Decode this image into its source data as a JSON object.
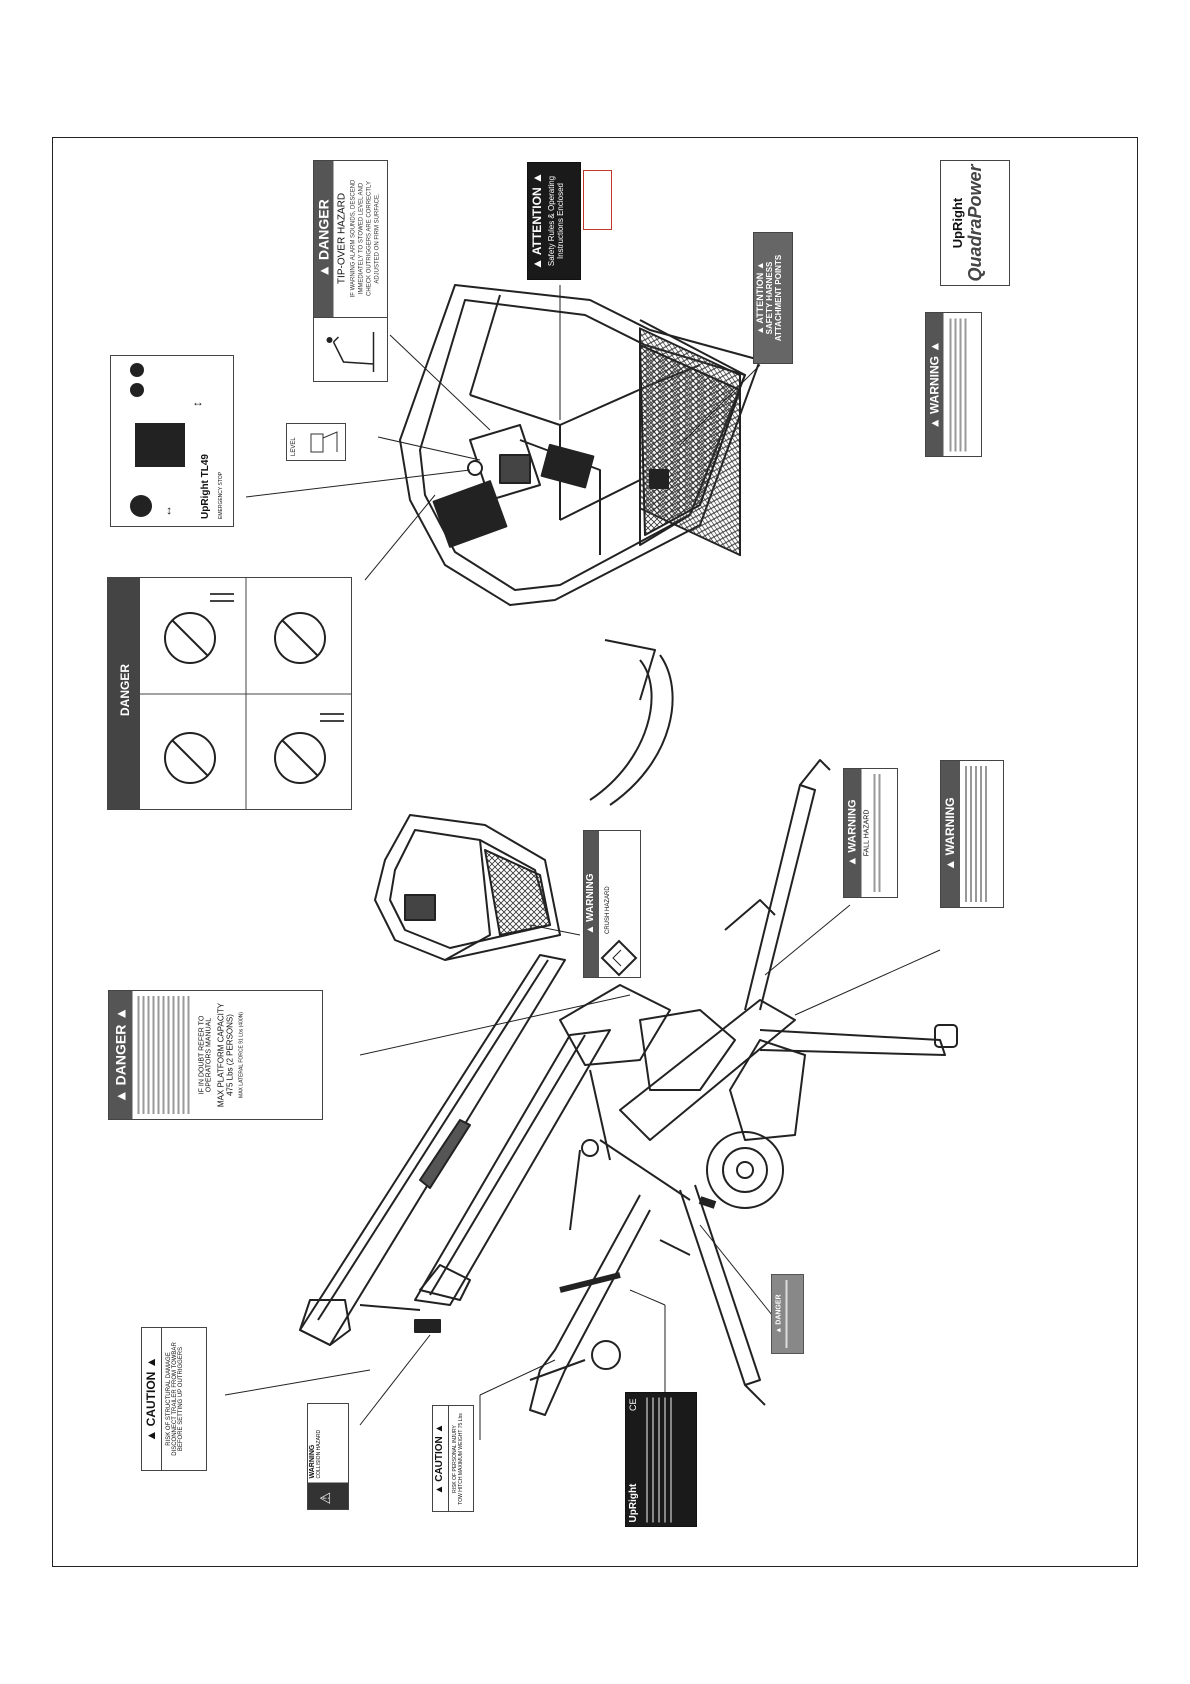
{
  "labels": {
    "danger_tipover": {
      "header": "DANGER",
      "title": "TIP-OVER HAZARD",
      "lines": [
        "IF WARNING ALARM SOUNDS, DESCEND",
        "IMMEDIATELY TO STOWED LEVEL AND",
        "CHECK OUTRIGGERS ARE CORRECTLY",
        "ADJUSTED ON FIRM SURFACE."
      ]
    },
    "attention_rules": {
      "header": "ATTENTION",
      "line1": "Safety Rules & Operating",
      "line2": "Instructions Enclosed"
    },
    "attention_harness": {
      "header": "ATTENTION",
      "line1": "SAFETY HARNESS",
      "line2": "ATTACHMENT POINTS"
    },
    "brand_logo": {
      "brand": "UpRight",
      "product": "QuadraPower"
    },
    "warning_right": {
      "header": "WARNING"
    },
    "control_panel": {
      "model": "UpRight TL49",
      "estop": "EMERGENCY STOP"
    },
    "small_level": {
      "text": "LEVEL"
    },
    "danger_pictogram": {
      "header": "DANGER"
    },
    "warning_crush": {
      "header": "WARNING",
      "subtitle": "CRUSH HAZARD"
    },
    "warning_fall": {
      "header": "WARNING",
      "subtitle": "FALL HAZARD"
    },
    "warning_large": {
      "header": "WARNING"
    },
    "danger_capacity": {
      "header": "DANGER",
      "line_refer": "IF IN DOUBT REFER TO",
      "line_manual": "OPERATORS MANUAL",
      "line_capacity": "MAX PLATFORM CAPACITY",
      "line_weight": "475 Lbs (2 PERSONS)",
      "line_force": "MAX LATERAL FORCE 91 Lbs (400N)"
    },
    "caution_structural": {
      "header": "CAUTION",
      "line1": "RISK OF STRUCTURAL DAMAGE",
      "line2": "DISCONNECT TRAILER FROM TOWBAR",
      "line3": "BEFORE SETTING UP OUTRIGGERS"
    },
    "warning_collision": {
      "header": "WARNING",
      "subtitle": "COLLISION HAZARD"
    },
    "caution_hitch": {
      "header": "CAUTION",
      "line1": "RISK OF PERSONAL INJURY",
      "line2": "TOW HITCH MAXIMUM WEIGHT 75 Lbs"
    },
    "danger_small": {
      "header": "DANGER"
    },
    "serial_plate": {
      "brand": "UpRight"
    }
  }
}
